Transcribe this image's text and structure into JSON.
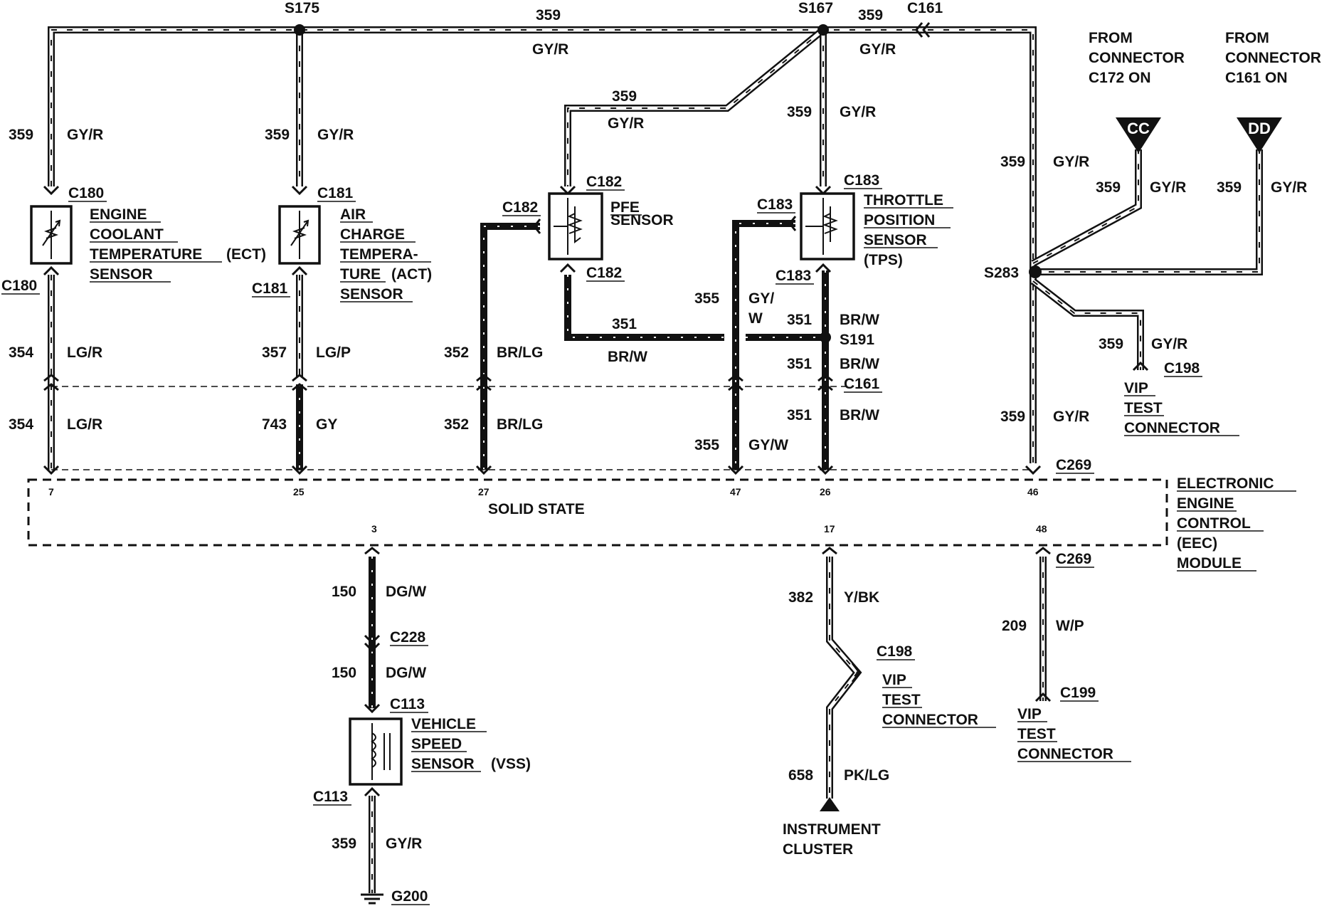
{
  "splices": {
    "s175": "S175",
    "s167": "S167",
    "s191": "S191",
    "s283": "S283"
  },
  "connectors": {
    "c161_top": "C161",
    "c161_mid": "C161",
    "c180_top": "C180",
    "c180_bot": "C180",
    "c181_top": "C181",
    "c181_bot": "C181",
    "c182_top": "C182",
    "c182_left": "C182",
    "c182_bot": "C182",
    "c183_top": "C183",
    "c183_left": "C183",
    "c183_bot": "C183",
    "c269_top": "C269",
    "c269_bot": "C269",
    "c228": "C228",
    "c113_top": "C113",
    "c113_bot": "C113",
    "c198_top": "C198",
    "c198_mid": "C198",
    "c199": "C199",
    "g200": "G200"
  },
  "circuits": {
    "c359": "359",
    "c354": "354",
    "c357": "357",
    "c743": "743",
    "c352": "352",
    "c355": "355",
    "c351": "351",
    "c150": "150",
    "c382": "382",
    "c658": "658",
    "c209": "209"
  },
  "colors_codes": {
    "gy_r": "GY/R",
    "lg_r": "LG/R",
    "lg_p": "LG/P",
    "gy": "GY",
    "br_lg": "BR/LG",
    "br_w": "BR/W",
    "gy_w": "GY/W",
    "gy_slash": "GY/",
    "w": "W",
    "dg_w": "DG/W",
    "y_bk": "Y/BK",
    "pk_lg": "PK/LG",
    "w_p": "W/P"
  },
  "components": {
    "ect": [
      "ENGINE",
      "COOLANT",
      "TEMPERATURE",
      "(ECT)",
      "SENSOR"
    ],
    "act": [
      "AIR",
      "CHARGE",
      "TEMPERA-",
      "TURE",
      "(ACT)",
      "SENSOR"
    ],
    "pfe": [
      "PFE",
      "SENSOR"
    ],
    "tps": [
      "THROTTLE",
      "POSITION",
      "SENSOR",
      "(TPS)"
    ],
    "eec": [
      "ELECTRONIC",
      "ENGINE",
      "CONTROL",
      "(EEC)",
      "MODULE"
    ],
    "eec_inner": "SOLID STATE",
    "vss": [
      "VEHICLE",
      "SPEED",
      "SENSOR",
      "(VSS)"
    ],
    "vip_c198_right": [
      "VIP",
      "TEST",
      "CONNECTOR"
    ],
    "vip_c198_mid": [
      "VIP",
      "TEST",
      "CONNECTOR"
    ],
    "vip_c199": [
      "VIP",
      "TEST",
      "CONNECTOR"
    ],
    "instrument": [
      "INSTRUMENT",
      "CLUSTER"
    ],
    "from_c172": [
      "FROM",
      "CONNECTOR",
      "C172 ON"
    ],
    "from_c161": [
      "FROM",
      "CONNECTOR",
      "C161 ON"
    ],
    "marker_cc": "CC",
    "marker_dd": "DD"
  },
  "pins": {
    "p7": "7",
    "p25": "25",
    "p27": "27",
    "p47": "47",
    "p26": "26",
    "p46": "46",
    "p3": "3",
    "p17": "17",
    "p48": "48"
  },
  "colors": {
    "ink": "#111111",
    "paper": "#ffffff"
  }
}
